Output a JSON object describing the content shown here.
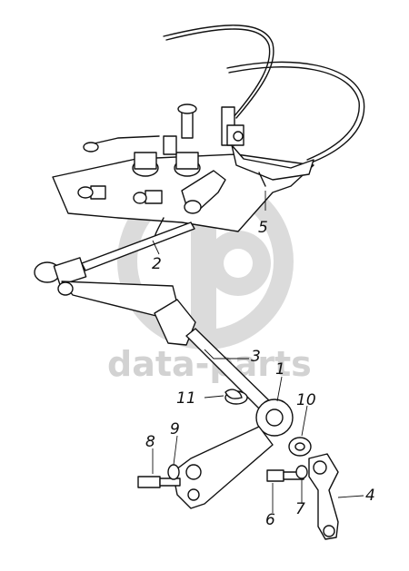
{
  "watermark": {
    "text": "data-parts",
    "color": "#d2d2d2"
  },
  "callouts": [
    {
      "id": "1",
      "label": "1"
    },
    {
      "id": "2",
      "label": "2"
    },
    {
      "id": "3",
      "label": "3"
    },
    {
      "id": "4",
      "label": "4"
    },
    {
      "id": "5",
      "label": "5"
    },
    {
      "id": "6",
      "label": "6"
    },
    {
      "id": "7",
      "label": "7"
    },
    {
      "id": "8",
      "label": "8"
    },
    {
      "id": "9",
      "label": "9"
    },
    {
      "id": "10",
      "label": "10"
    },
    {
      "id": "11",
      "label": "11"
    }
  ]
}
